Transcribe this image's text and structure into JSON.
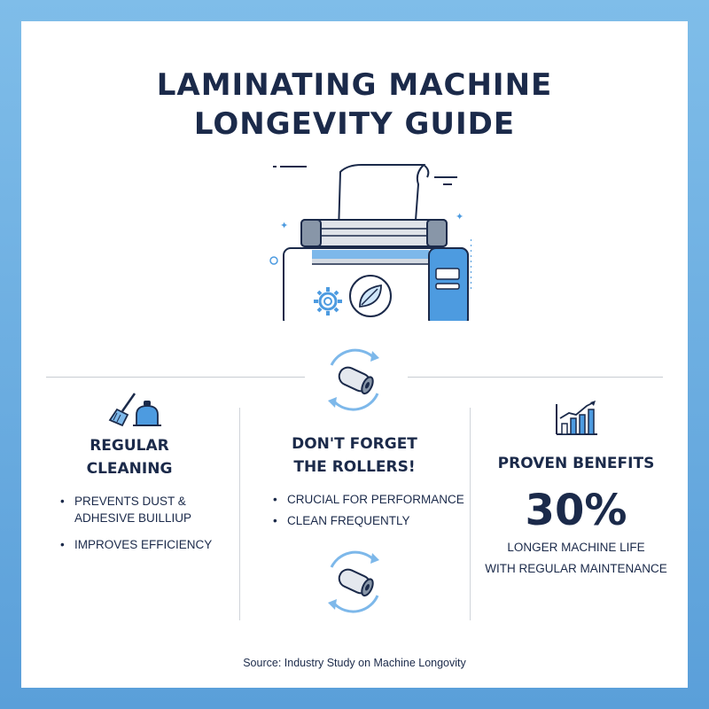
{
  "title": {
    "line1": "LAMINATING MACHINE",
    "line2": "LONGEVITY GUIDE"
  },
  "icons": {
    "hero": "laminating-machine-icon",
    "cleaning": "broom-dustpan-icon",
    "rollers": "rotating-roller-icon",
    "benefits": "growth-chart-icon"
  },
  "sections": {
    "cleaning": {
      "heading_line1": "REGULAR",
      "heading_line2": "CLEANING",
      "bullets": [
        "PREVENTS DUST &\nADHESIVE BUILLIUP",
        "IMPROVES EFFICIENCY"
      ]
    },
    "rollers": {
      "heading_line1": "DON'T FORGET",
      "heading_line2": "THE ROLLERS!",
      "bullets": [
        "CRUCIAL FOR PERFORMANCE",
        "CLEAN FREQUENTLY"
      ]
    },
    "benefits": {
      "heading": "PROVEN BENEFITS",
      "stat_value": "30%",
      "stat_line1": "LONGER MACHINE LIFE",
      "stat_line2": "WITH REGULAR MAINTENANCE"
    }
  },
  "source": "Source: Industry Study on Machine Longovity",
  "colors": {
    "background": "#6fb0e3",
    "text": "#1b2a4a",
    "accent": "#4d9be0",
    "accent_light": "#cfe6fa"
  }
}
